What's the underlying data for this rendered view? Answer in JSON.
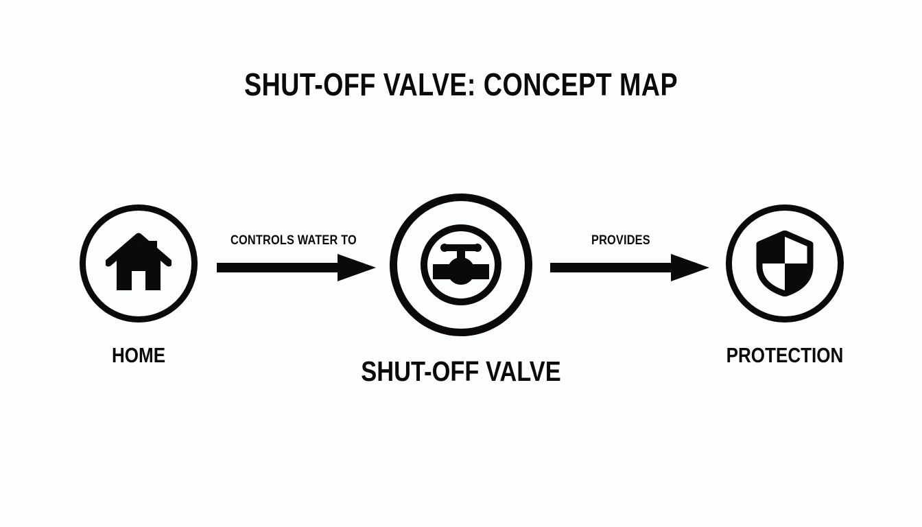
{
  "page": {
    "title": "SHUT-OFF VALVE: CONCEPT MAP",
    "background_color": "#fdfefe",
    "ink_color": "#0a0a0a"
  },
  "nodes": [
    {
      "id": "home",
      "label": "HOME",
      "icon": "house-icon",
      "shape": "circle-outline"
    },
    {
      "id": "valve",
      "label": "SHUT-OFF VALVE",
      "icon": "valve-faucet-icon",
      "shape": "double-circle-outline"
    },
    {
      "id": "protection",
      "label": "PROTECTION",
      "icon": "shield-icon",
      "shape": "circle-outline"
    }
  ],
  "edges": [
    {
      "id": "edge-1",
      "label": "CONTROLS WATER TO",
      "from": "home",
      "to": "valve",
      "direction": "right"
    },
    {
      "id": "edge-2",
      "label": "PROVIDES",
      "from": "valve",
      "to": "protection",
      "direction": "right"
    }
  ],
  "chart_data": {
    "type": "diagram",
    "title": "SHUT-OFF VALVE: CONCEPT MAP",
    "diagram_kind": "concept-map",
    "orientation": "horizontal",
    "nodes": [
      "HOME",
      "SHUT-OFF VALVE",
      "PROTECTION"
    ],
    "links": [
      {
        "source": "HOME",
        "target": "SHUT-OFF VALVE",
        "label": "CONTROLS WATER TO"
      },
      {
        "source": "SHUT-OFF VALVE",
        "target": "PROTECTION",
        "label": "PROVIDES"
      }
    ]
  }
}
